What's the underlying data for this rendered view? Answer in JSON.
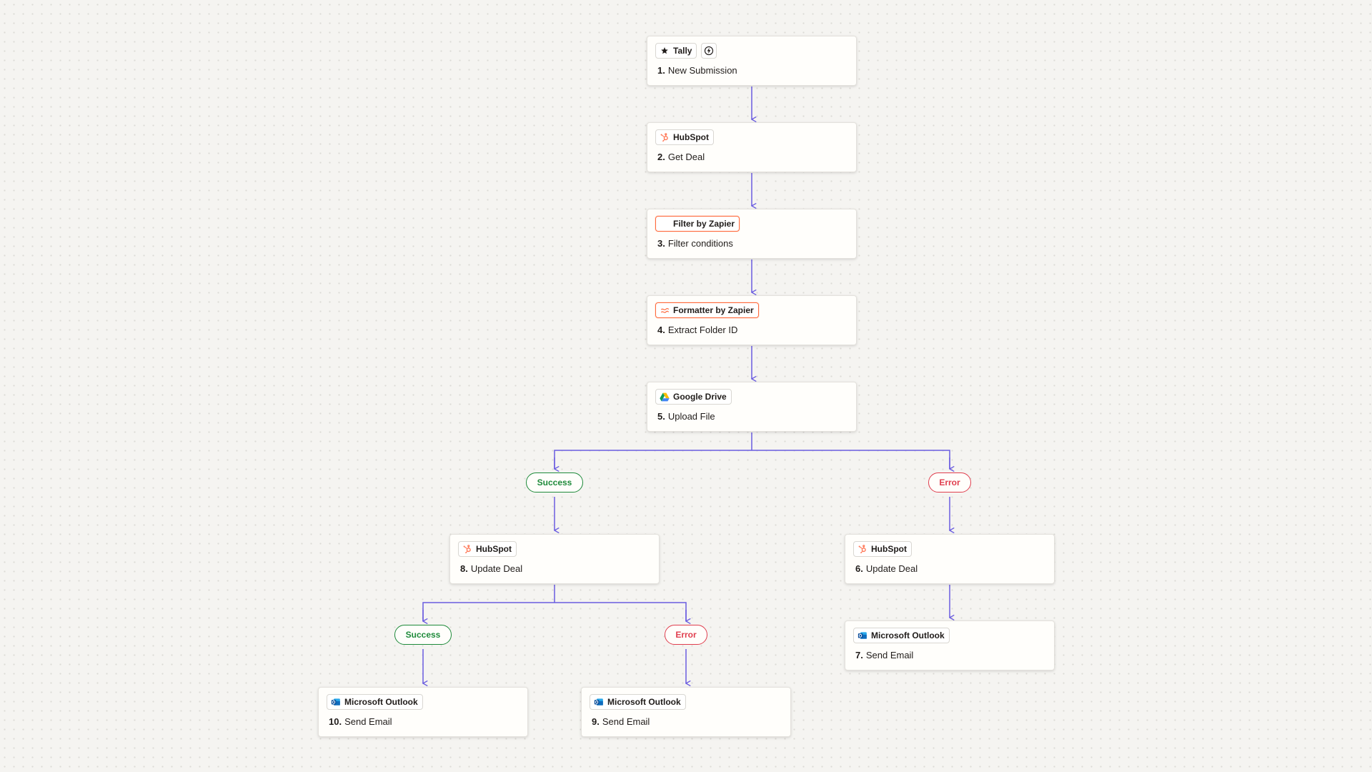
{
  "colors": {
    "connector": "#6a5ce0",
    "success": "#1e8a3a",
    "error": "#e03e4e",
    "zapier_orange": "#ff6a3d",
    "hubspot_orange": "#ff7a59",
    "outlook_blue": "#0f6cbd"
  },
  "steps": [
    {
      "num": "1.",
      "title": "New Submission",
      "app": "Tally",
      "icon": "tally-star-icon",
      "extra_icon": "trigger-bolt-icon"
    },
    {
      "num": "2.",
      "title": "Get Deal",
      "app": "HubSpot",
      "icon": "hubspot-icon"
    },
    {
      "num": "3.",
      "title": "Filter conditions",
      "app": "Filter by Zapier",
      "icon": "filter-icon"
    },
    {
      "num": "4.",
      "title": "Extract Folder ID",
      "app": "Formatter by Zapier",
      "icon": "formatter-icon"
    },
    {
      "num": "5.",
      "title": "Upload File",
      "app": "Google Drive",
      "icon": "google-drive-icon"
    },
    {
      "num": "8.",
      "title": "Update Deal",
      "app": "HubSpot",
      "icon": "hubspot-icon"
    },
    {
      "num": "6.",
      "title": "Update Deal",
      "app": "HubSpot",
      "icon": "hubspot-icon"
    },
    {
      "num": "7.",
      "title": "Send Email",
      "app": "Microsoft Outlook",
      "icon": "microsoft-outlook-icon"
    },
    {
      "num": "10.",
      "title": "Send Email",
      "app": "Microsoft Outlook",
      "icon": "microsoft-outlook-icon"
    },
    {
      "num": "9.",
      "title": "Send Email",
      "app": "Microsoft Outlook",
      "icon": "microsoft-outlook-icon"
    }
  ],
  "paths": [
    {
      "label": "Success",
      "kind": "success"
    },
    {
      "label": "Error",
      "kind": "error"
    },
    {
      "label": "Success",
      "kind": "success"
    },
    {
      "label": "Error",
      "kind": "error"
    }
  ]
}
